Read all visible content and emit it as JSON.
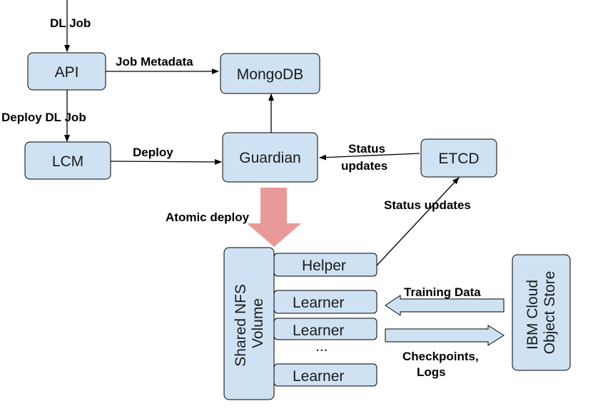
{
  "colors": {
    "box_fill": "#cfe2f3",
    "box_stroke": "#000000",
    "deploy_arrow": "#ea9999",
    "line": "#000000"
  },
  "nodes": {
    "api": "API",
    "mongodb": "MongoDB",
    "lcm": "LCM",
    "guardian": "Guardian",
    "etcd": "ETCD",
    "shared_nfs": "Shared NFS Volume",
    "helper": "Helper",
    "learner_1": "Learner",
    "learner_2": "Learner",
    "ellipsis": "...",
    "learner_3": "Learner",
    "ibm_cloud": "IBM Cloud Object Store"
  },
  "edges": {
    "dl_job": "DL Job",
    "job_metadata": "Job Metadata",
    "deploy_dl_job": "Deploy DL Job",
    "deploy": "Deploy",
    "status_updates_etcd_1": "Status",
    "status_updates_etcd_2": "updates",
    "atomic_deploy": "Atomic deploy",
    "status_updates_helper": "Status updates",
    "training_data": "Training Data",
    "checkpoints_logs_1": "Checkpoints,",
    "checkpoints_logs_2": "Logs"
  }
}
